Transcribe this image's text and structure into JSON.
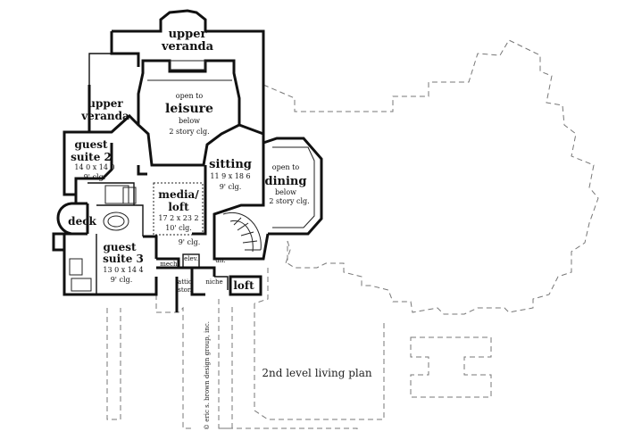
{
  "rooms": {
    "upper_veranda_top": {
      "name": "upper",
      "name2": "veranda"
    },
    "upper_veranda_left": {
      "name": "upper",
      "name2": "veranda"
    },
    "leisure": {
      "pre": "open to",
      "name": "leisure",
      "post": "below",
      "post2": "2 story clg."
    },
    "guest_suite_2": {
      "name": "guest",
      "name2": "suite 2",
      "dim": "14 0 x 14 0",
      "clg": "9' clg."
    },
    "sitting": {
      "name": "sitting",
      "dim": "11 9 x 18 6",
      "clg": "9' clg."
    },
    "dining": {
      "pre": "open to",
      "name": "dining",
      "post": "below",
      "post2": "2 story clg."
    },
    "media_loft": {
      "name": "media/",
      "name2": "loft",
      "dim": "17 2 x 23 2",
      "clg": "10' clg."
    },
    "deck": {
      "name": "deck"
    },
    "guest_suite_3": {
      "name": "guest",
      "name2": "suite 3",
      "dim": "13 0 x 14 4",
      "clg": "9' clg."
    },
    "hall_clg": {
      "clg": "9' clg."
    },
    "mech": {
      "name": "mech."
    },
    "elev": {
      "name": "elev."
    },
    "dn": {
      "name": "dn."
    },
    "attic": {
      "name": "attic",
      "name2": "stor."
    },
    "niche": {
      "name": "niche"
    },
    "loft": {
      "name": "loft"
    }
  },
  "caption": "2nd level living plan",
  "copyright": "© eric s. brown design group, inc."
}
